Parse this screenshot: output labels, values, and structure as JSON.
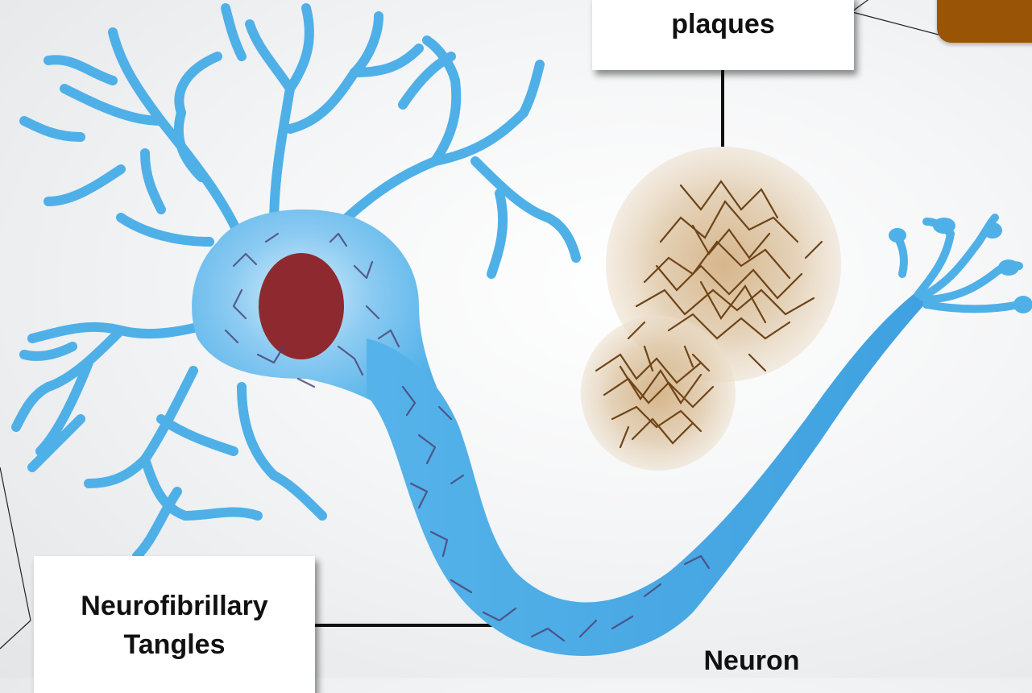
{
  "labels": {
    "plaques": "plaques",
    "tangles_line1": "Neurofibrillary",
    "tangles_line2": "Tangles",
    "neuron": "Neuron"
  },
  "colors": {
    "neuron_body": "#4fb0e8",
    "neuron_highlight": "#cfe9fb",
    "nucleus": "#8e2a2f",
    "tangle_strokes": "#4a3f70",
    "plaque_halo": "#d8bd97",
    "plaque_fibers": "#7a4a1c",
    "accent_tab": "#9a5405"
  }
}
